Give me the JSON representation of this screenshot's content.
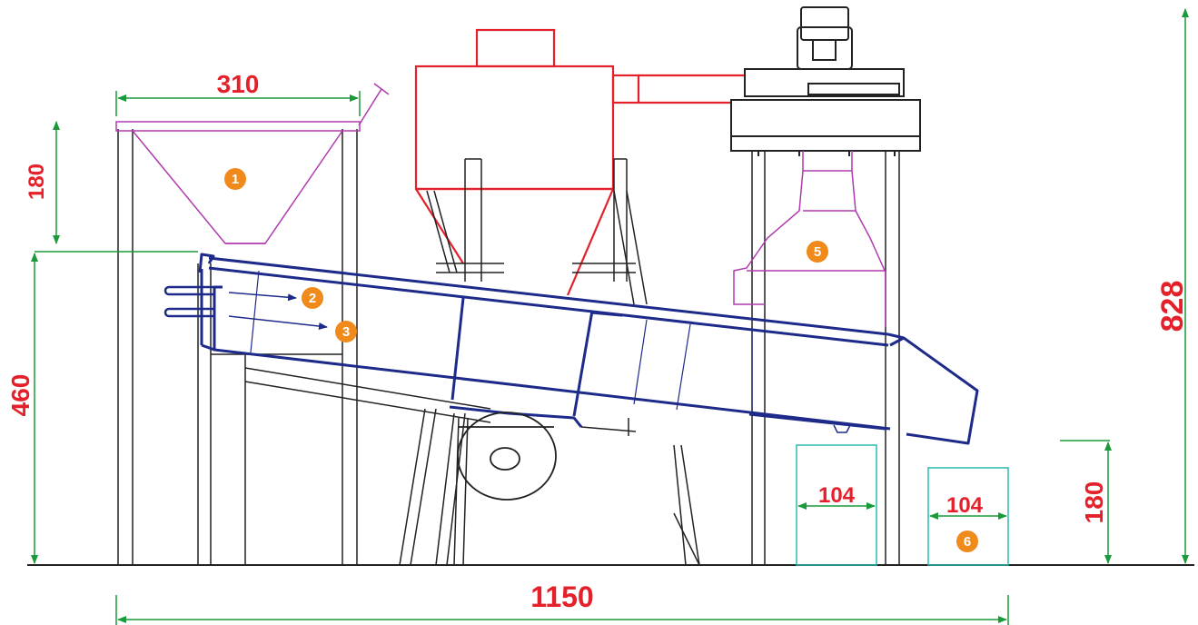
{
  "dimensions": {
    "hopper_width": "310",
    "hopper_height": "180",
    "inlet_height": "460",
    "total_height": "828",
    "bin_width_1": "104",
    "bin_width_2": "104",
    "bin_height": "180",
    "total_length": "1150"
  },
  "markers": [
    "1",
    "2",
    "3",
    "5",
    "6"
  ],
  "colors": {
    "dimension_line": "#1a9a3a",
    "dimension_text": "#e4202a",
    "machine_body": "#1e2a8a",
    "dust_collector": "#e4202a",
    "hopper": "#b03ab0",
    "bins": "#2bb8b0",
    "frame": "#222222",
    "marker": "#f08a1a"
  }
}
